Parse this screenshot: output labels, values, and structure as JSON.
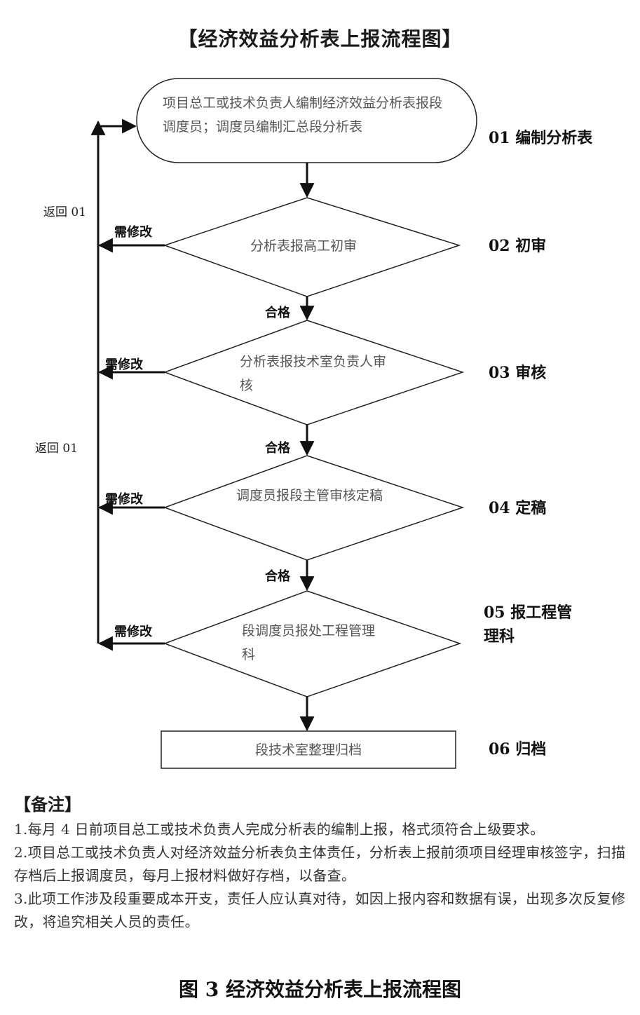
{
  "title": "【经济效益分析表上报流程图】",
  "nodes": [
    {
      "text": "项目总工或技术负责人编制经济效益分析表报段调度员；调度员编制汇总段分析表",
      "step": "01 编制分析表"
    },
    {
      "text": "分析表报高工初审",
      "step": "02 初审"
    },
    {
      "text": "分析表报技术室负责人审核",
      "step": "03 审核"
    },
    {
      "text": "调度员报段主管审核定稿",
      "step": "04 定稿"
    },
    {
      "text": "段调度员报处工程管理科",
      "step": "05 报工程管理科"
    },
    {
      "text": "段技术室整理归档",
      "step": "06 归档"
    }
  ],
  "edge_labels": {
    "pass": "合格",
    "revise": "需修改",
    "return": "返回 01"
  },
  "notes": {
    "heading": "【备注】",
    "items": [
      "1.每月 4 日前项目总工或技术负责人完成分析表的编制上报，格式须符合上级要求。",
      "2.项目总工或技术负责人对经济效益分析表负主体责任，分析表上报前须项目经理审核签字，扫描存档后上报调度员，每月上报材料做好存档，以备查。",
      "3.此项工作涉及段重要成本开支，责任人应认真对待，如因上报内容和数据有误，出现多次反复修改，将追究相关人员的责任。"
    ]
  },
  "caption": "图 3  经济效益分析表上报流程图"
}
